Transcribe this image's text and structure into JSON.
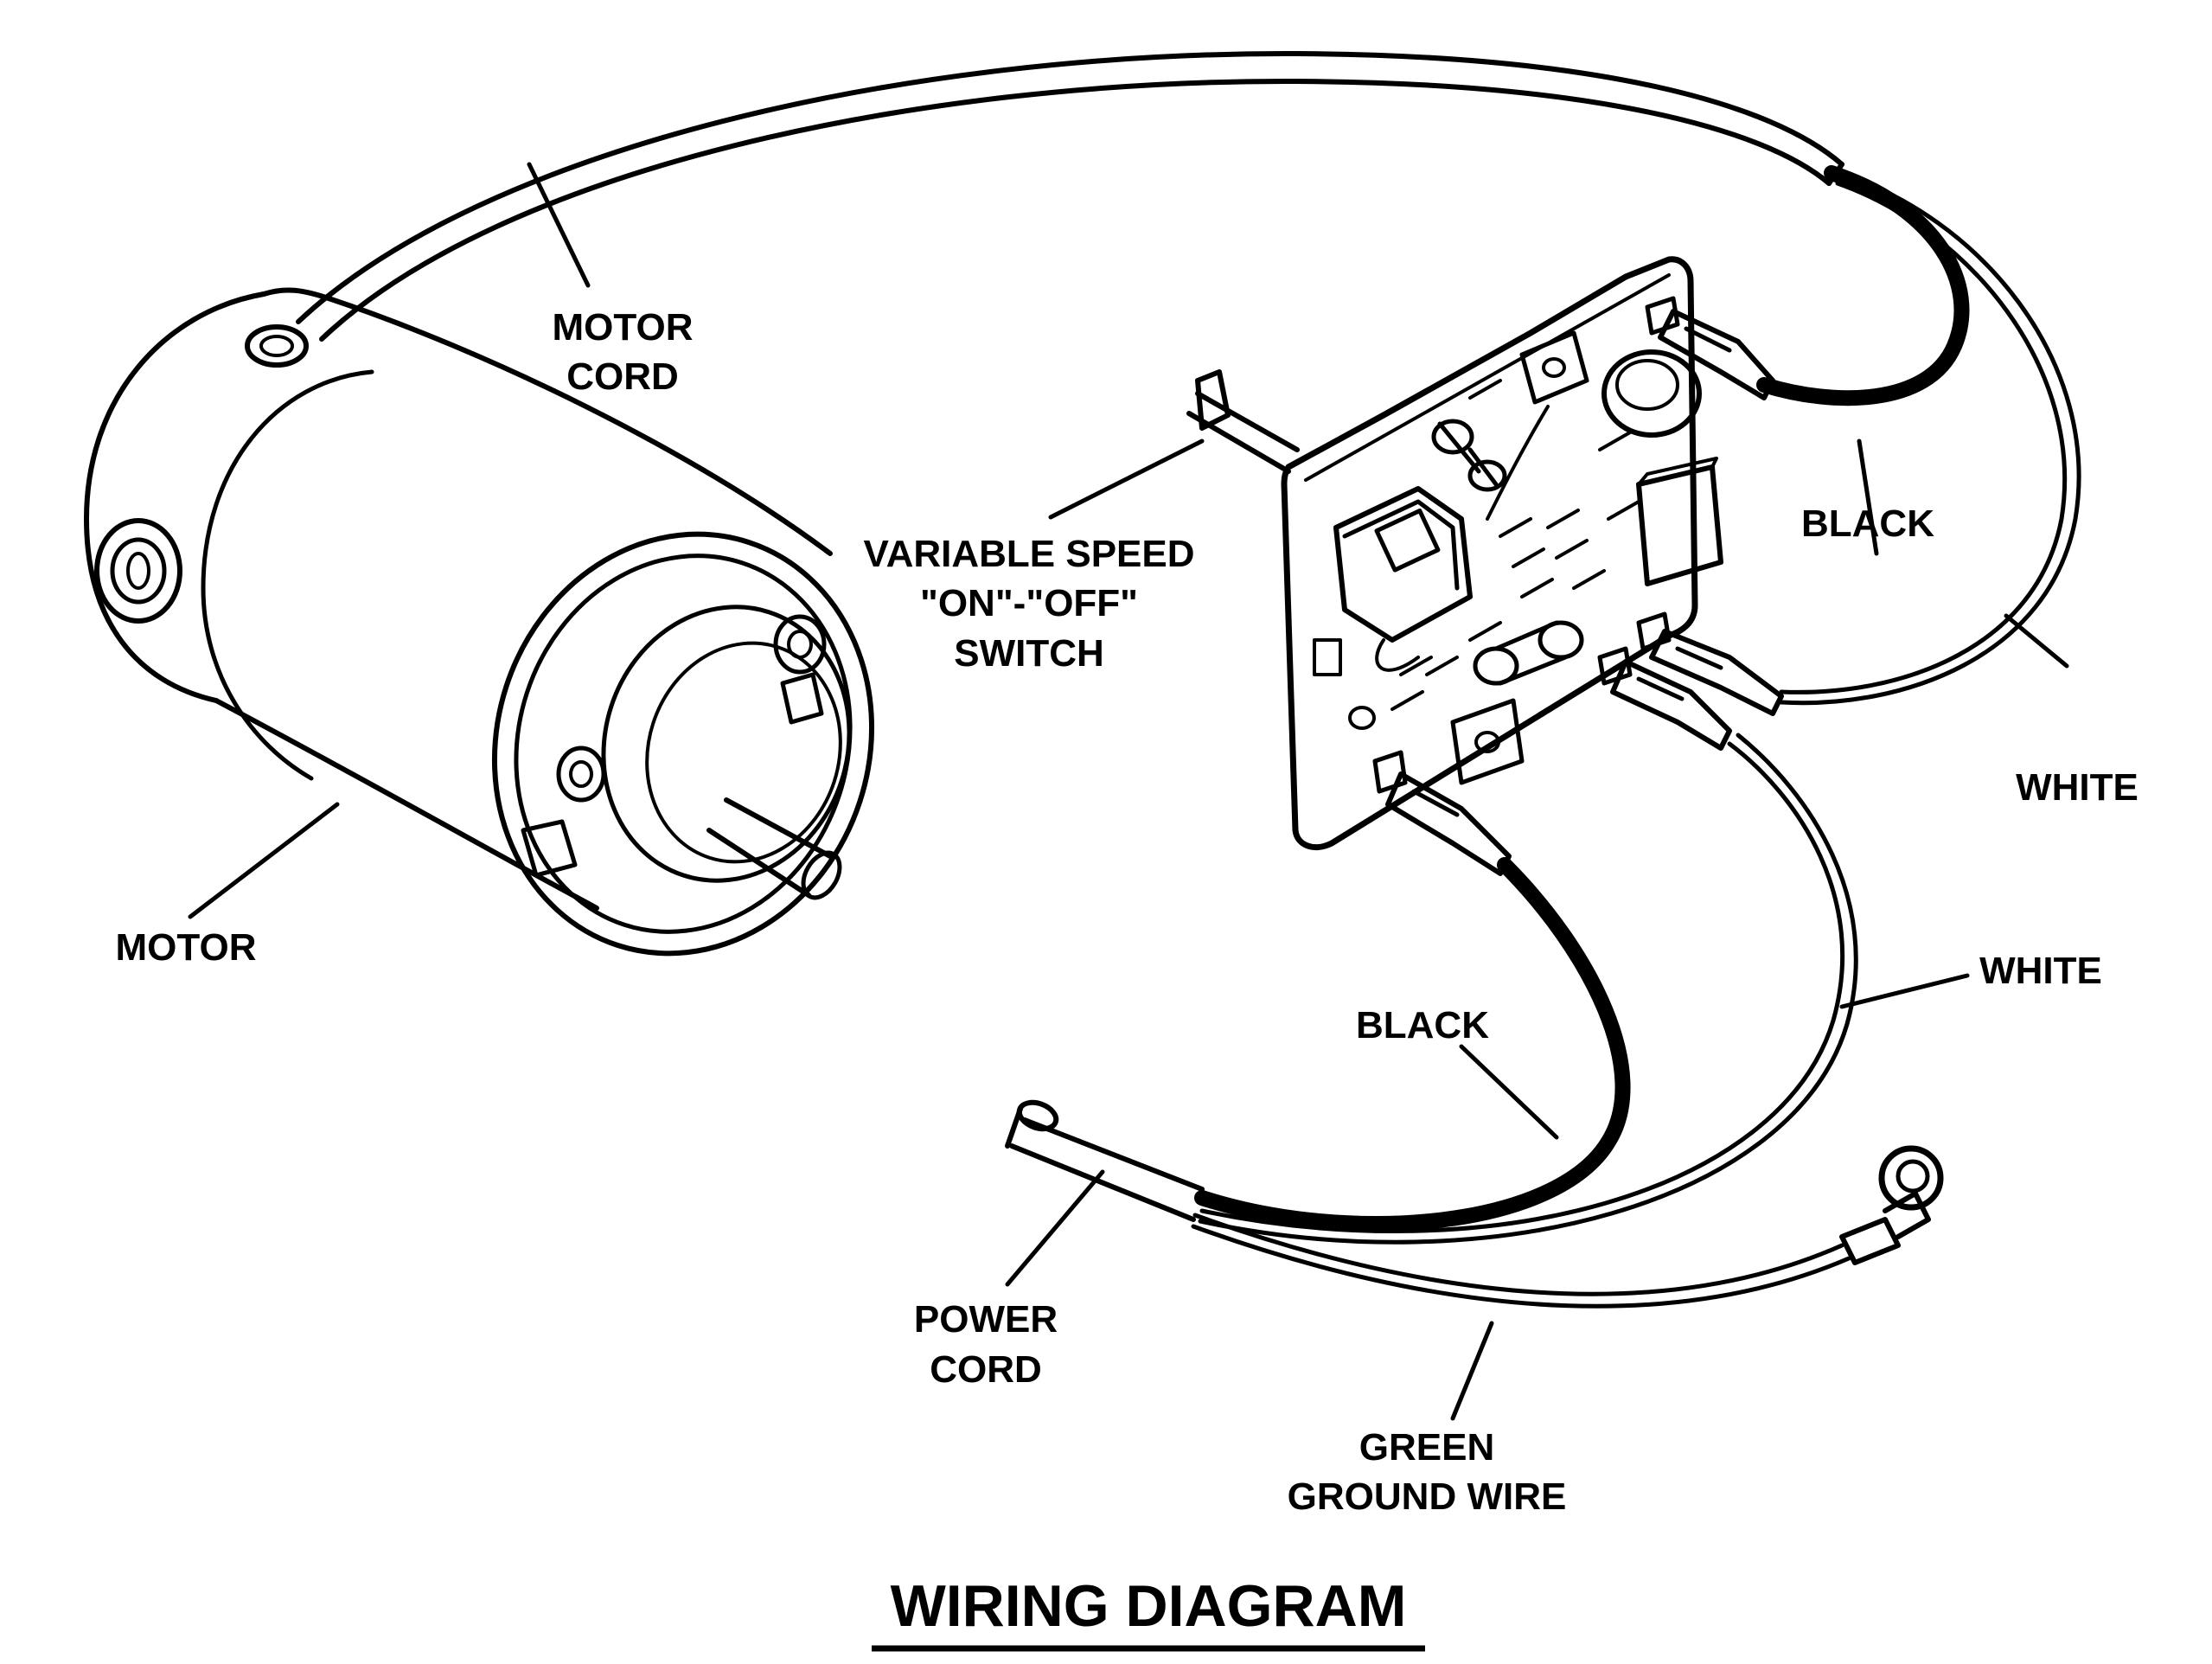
{
  "title": "WIRING DIAGRAM",
  "labels": {
    "motor_cord_1": "MOTOR",
    "motor_cord_2": "CORD",
    "switch_1": "VARIABLE SPEED",
    "switch_2": "\"ON\"-\"OFF\"",
    "switch_3": "SWITCH",
    "black_top": "BLACK",
    "white_right": "WHITE",
    "white_mid": "WHITE",
    "black_bottom": "BLACK",
    "motor": "MOTOR",
    "power_cord_1": "POWER",
    "power_cord_2": "CORD",
    "ground_1": "GREEN",
    "ground_2": "GROUND WIRE"
  },
  "colors": {
    "ink": "#000000",
    "background": "#ffffff"
  }
}
